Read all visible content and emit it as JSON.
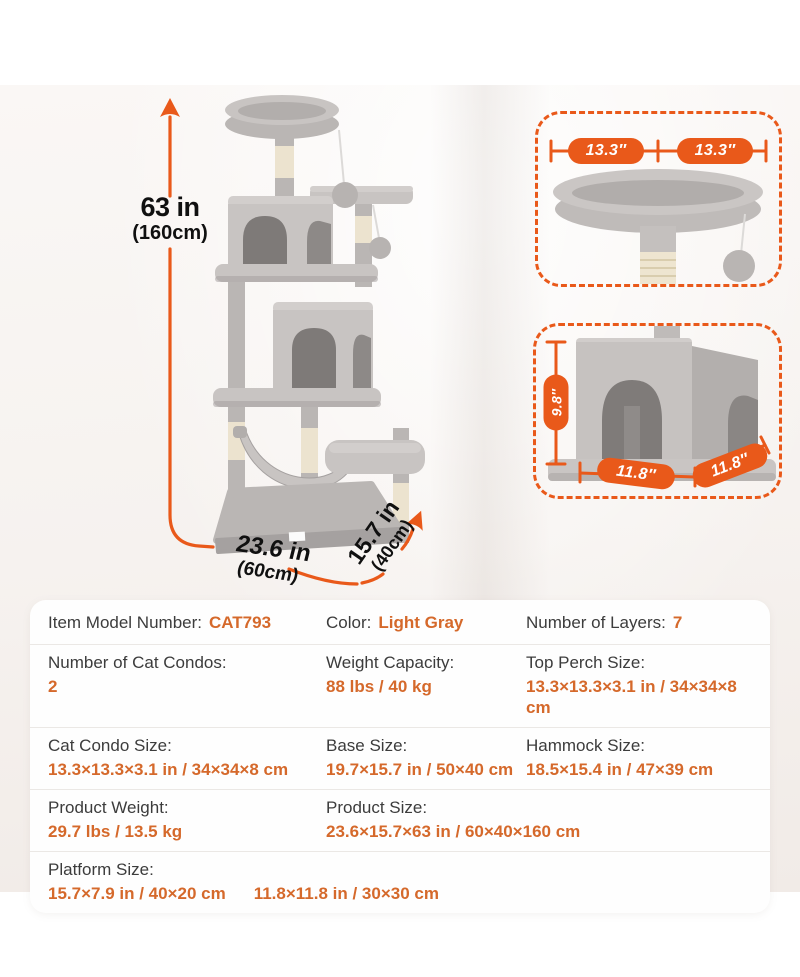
{
  "colors": {
    "accent": "#e9591a",
    "value_orange": "#d5692b",
    "label_gray": "#3c3c3c"
  },
  "dimensions": {
    "height": "63 in",
    "height_cm": "(160cm)",
    "depth": "23.6 in",
    "depth_cm": "(60cm)",
    "width": "15.7 in",
    "width_cm": "(40cm)"
  },
  "inset_top_perch": {
    "left_width": "13.3″",
    "right_width": "13.3″"
  },
  "inset_condo": {
    "height": "9.8″",
    "width": "11.8″",
    "depth": "11.8″"
  },
  "spec_table": {
    "row1": {
      "c1_label": "Item Model Number:",
      "c1_value": "CAT793",
      "c2_label": "Color:",
      "c2_value": "Light Gray",
      "c3_label": "Number of Layers:",
      "c3_value": "7"
    },
    "row2": {
      "c1_label": "Number of Cat Condos:",
      "c1_value": "2",
      "c2_label": "Weight Capacity:",
      "c2_value": "88 lbs / 40 kg",
      "c3_label": "Top Perch Size:",
      "c3_value": "13.3×13.3×3.1 in / 34×34×8 cm"
    },
    "row3": {
      "c1_label": "Cat Condo Size:",
      "c1_value": "13.3×13.3×3.1 in / 34×34×8 cm",
      "c2_label": "Base Size:",
      "c2_value": "19.7×15.7 in / 50×40 cm",
      "c3_label": "Hammock Size:",
      "c3_value": "18.5×15.4 in / 47×39 cm"
    },
    "row4": {
      "c1_label": "Product Weight:",
      "c1_value": "29.7 lbs / 13.5 kg",
      "c2_label": "Product Size:",
      "c2_value": "23.6×15.7×63 in / 60×40×160 cm"
    },
    "row5": {
      "label": "Platform Size:",
      "value1": "15.7×7.9 in / 40×20 cm",
      "value2": "11.8×11.8 in / 30×30 cm"
    }
  }
}
